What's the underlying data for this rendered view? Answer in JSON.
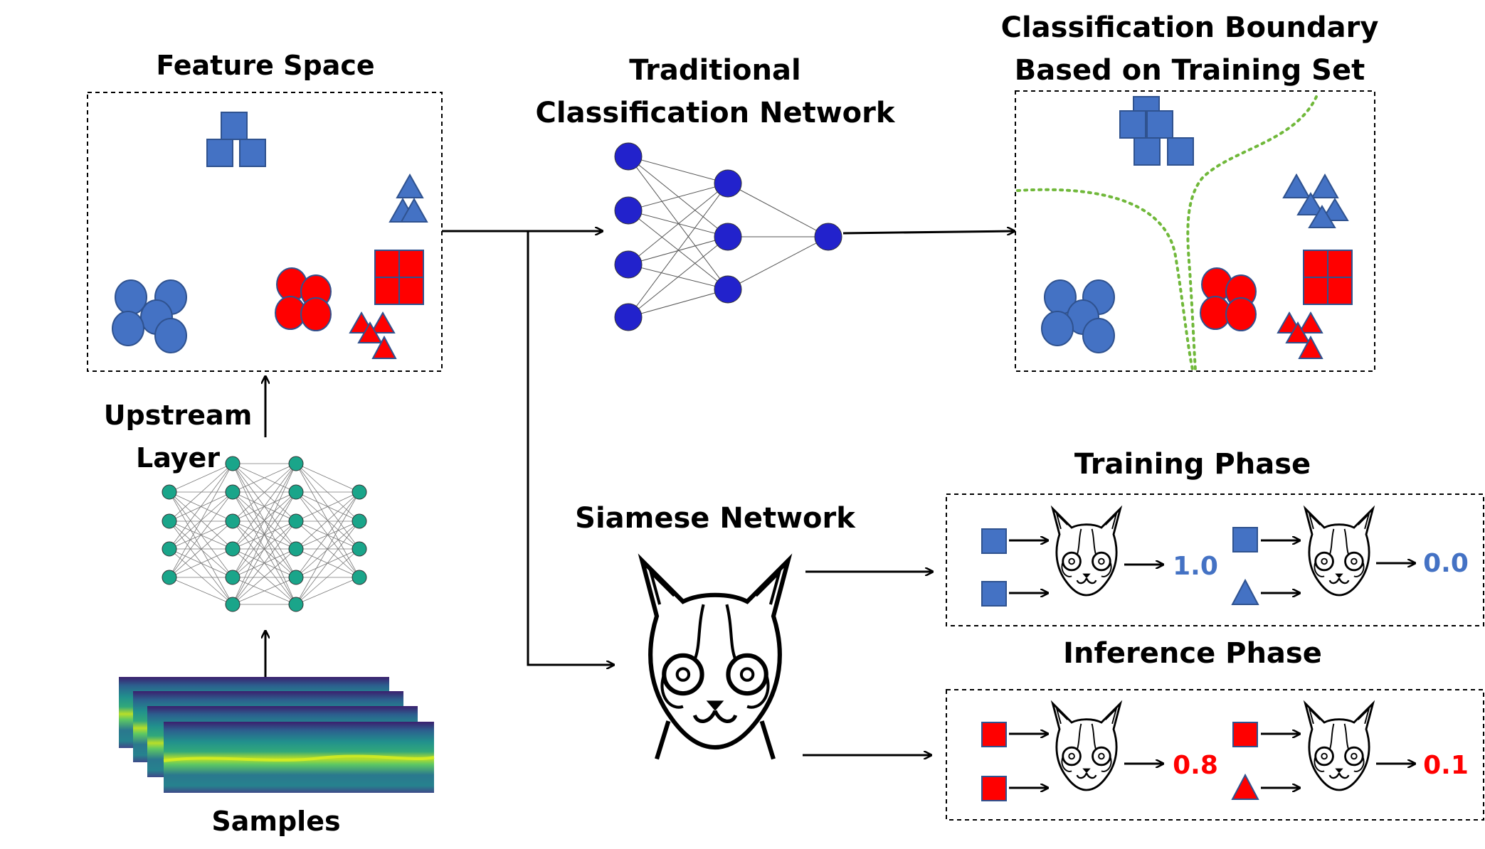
{
  "labels": {
    "feature_space": "Feature Space",
    "traditional_line1": "Traditional",
    "traditional_line2": "Classification Network",
    "boundary_line1": "Classification Boundary",
    "boundary_line2": "Based on Training Set",
    "upstream_line1": "Upstream",
    "upstream_line2": "Layer",
    "samples": "Samples",
    "siamese": "Siamese Network",
    "training_phase": "Training Phase",
    "inference_phase": "Inference Phase"
  },
  "scores": {
    "train_same": "1.0",
    "train_diff": "0.0",
    "infer_same": "0.8",
    "infer_diff": "0.1"
  },
  "colors": {
    "class_a": "#4472c4",
    "class_b": "#ff0000",
    "nn_node": "#2222cc",
    "upstream_node": "#1aa58a",
    "boundary": "#70b83a",
    "score_blue": "#4472c4",
    "score_red": "#ff0000"
  },
  "icons": {
    "siamese": "cat-face-icon",
    "samples": "spectrogram-stack"
  }
}
